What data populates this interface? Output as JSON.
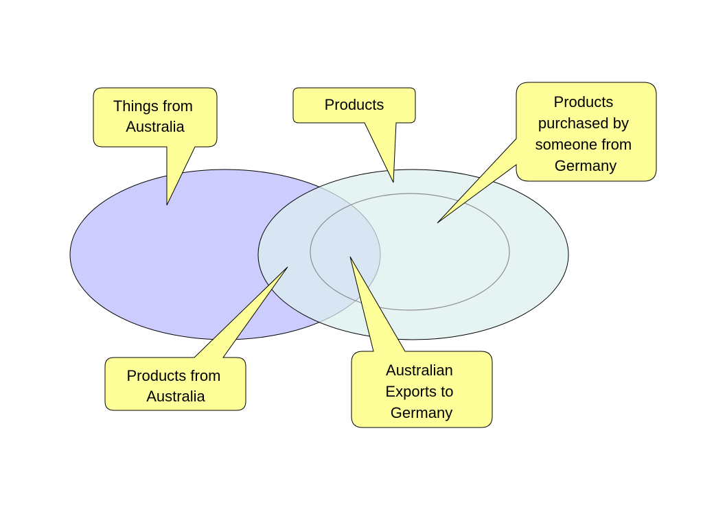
{
  "colors": {
    "australia_set": "#ccccff",
    "products_set": "#dcefef",
    "callout_fill": "#ffff99",
    "outline": "#000000",
    "inner_outline": "#8c8c8c"
  },
  "callouts": {
    "things_from_australia": {
      "lines": [
        "Things from",
        "Australia"
      ]
    },
    "products": {
      "lines": [
        "Products"
      ]
    },
    "purchased_by_germany": {
      "lines": [
        "Products",
        "purchased by",
        "someone from",
        "Germany"
      ]
    },
    "products_from_australia": {
      "lines": [
        "Products from",
        "Australia"
      ]
    },
    "australian_exports": {
      "lines": [
        "Australian",
        "Exports to",
        "Germany"
      ]
    }
  }
}
